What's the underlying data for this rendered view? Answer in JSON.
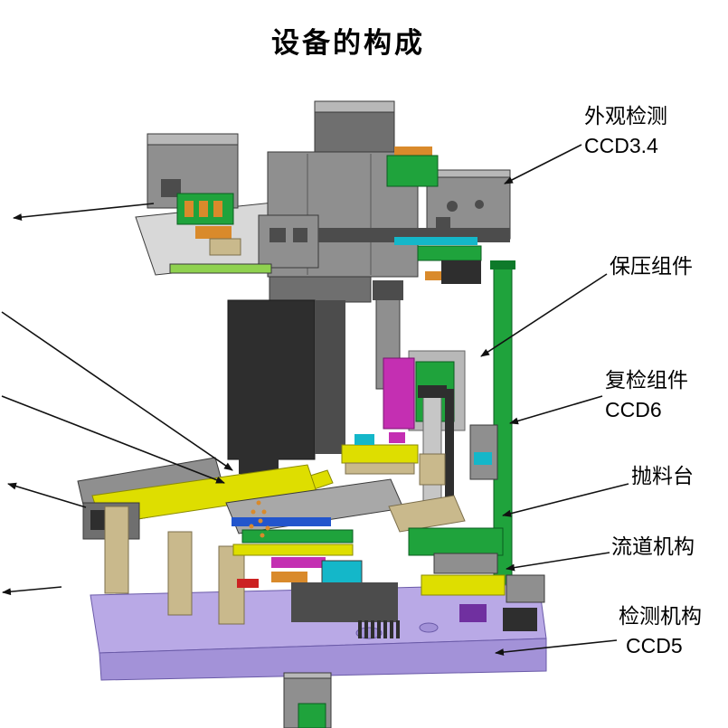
{
  "title": "设备的构成",
  "diagram": {
    "palette": {
      "grayL": "#b8b8b8",
      "gray": "#8f8f8f",
      "green": "#1fa33c",
      "yellow": "#dede00",
      "khaki": "#c9b98c",
      "magenta": "#c42fb2",
      "cyan": "#14b7c9",
      "orange": "#d98a2b",
      "purple": "#7030a0",
      "lavender": "#b9a9e6"
    }
  },
  "annotations": {
    "right": [
      {
        "id": "appearance-inspection-ccd34",
        "lines": [
          "外观检测",
          "CCD3.4"
        ]
      },
      {
        "id": "pressure-holding-assembly",
        "lines": [
          "保压组件"
        ]
      },
      {
        "id": "recheck-assembly-ccd6",
        "lines": [
          "复检组件",
          "CCD6"
        ]
      },
      {
        "id": "reject-stage",
        "lines": [
          "抛料台"
        ]
      },
      {
        "id": "runner-mechanism",
        "lines": [
          "流道机构"
        ]
      },
      {
        "id": "inspection-mechanism-ccd5",
        "lines": [
          "检测机构",
          "CCD5"
        ]
      }
    ]
  }
}
